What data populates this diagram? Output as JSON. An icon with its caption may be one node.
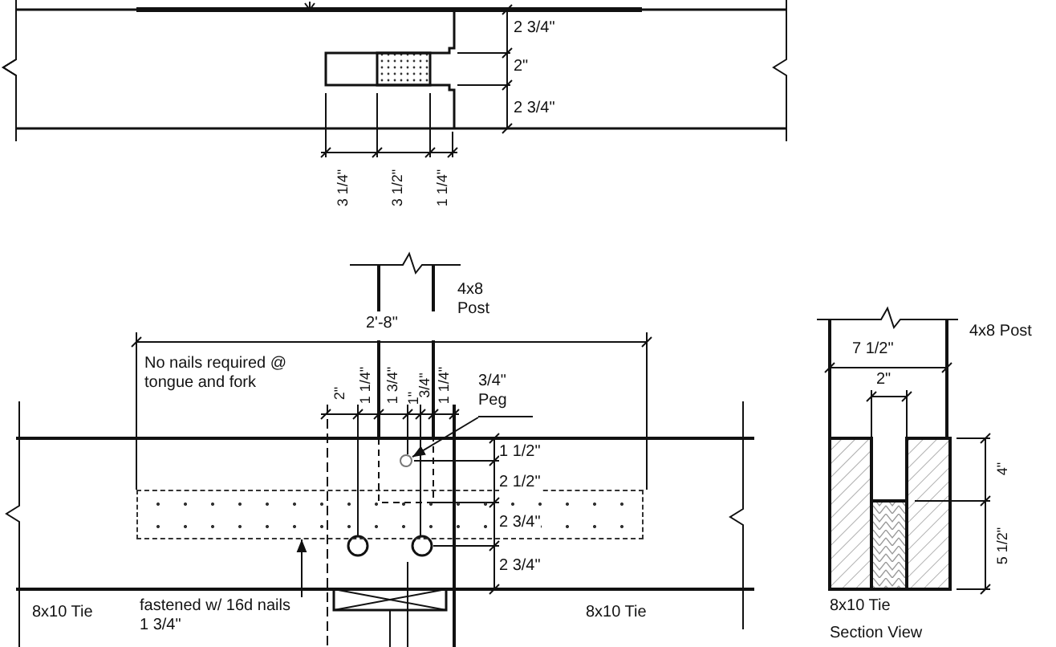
{
  "diagram": {
    "nodes": [
      {
        "text": [
          "3/4\" Peg"
        ]
      },
      {
        "text": [],
        "shape": "circle"
      },
      {
        "text": [
          "fastened w/ 16d nails 1 3/4\""
        ]
      },
      {
        "text": [],
        "shape": "bar"
      }
    ],
    "edges": [
      {
        "from": 0,
        "to": 1,
        "arrow": "to"
      },
      {
        "from": 2,
        "to": 3,
        "arrow": "to"
      }
    ],
    "labels": [
      "2 3/4\"",
      "2\"",
      "2 3/4\"",
      "3 1/4\"",
      "3 1/2\"",
      "1 1/4\"",
      "4x8 Post",
      "2'-8\"",
      "4x8 Post",
      "No nails required @ tongue and fork",
      "7 1/2\"",
      "2\"",
      "1 1/4\"",
      "1 3/4\"",
      "1\"",
      "3/4\"",
      "1 1/4\"",
      "2\"",
      "1 1/2\"",
      "2 1/2\"",
      "4\"",
      "2 3/4\"",
      "5 1/2\"",
      "2 3/4\"",
      "8x10 Tie",
      "8x10 Tie",
      "8x10 Tie",
      "Section View"
    ]
  }
}
